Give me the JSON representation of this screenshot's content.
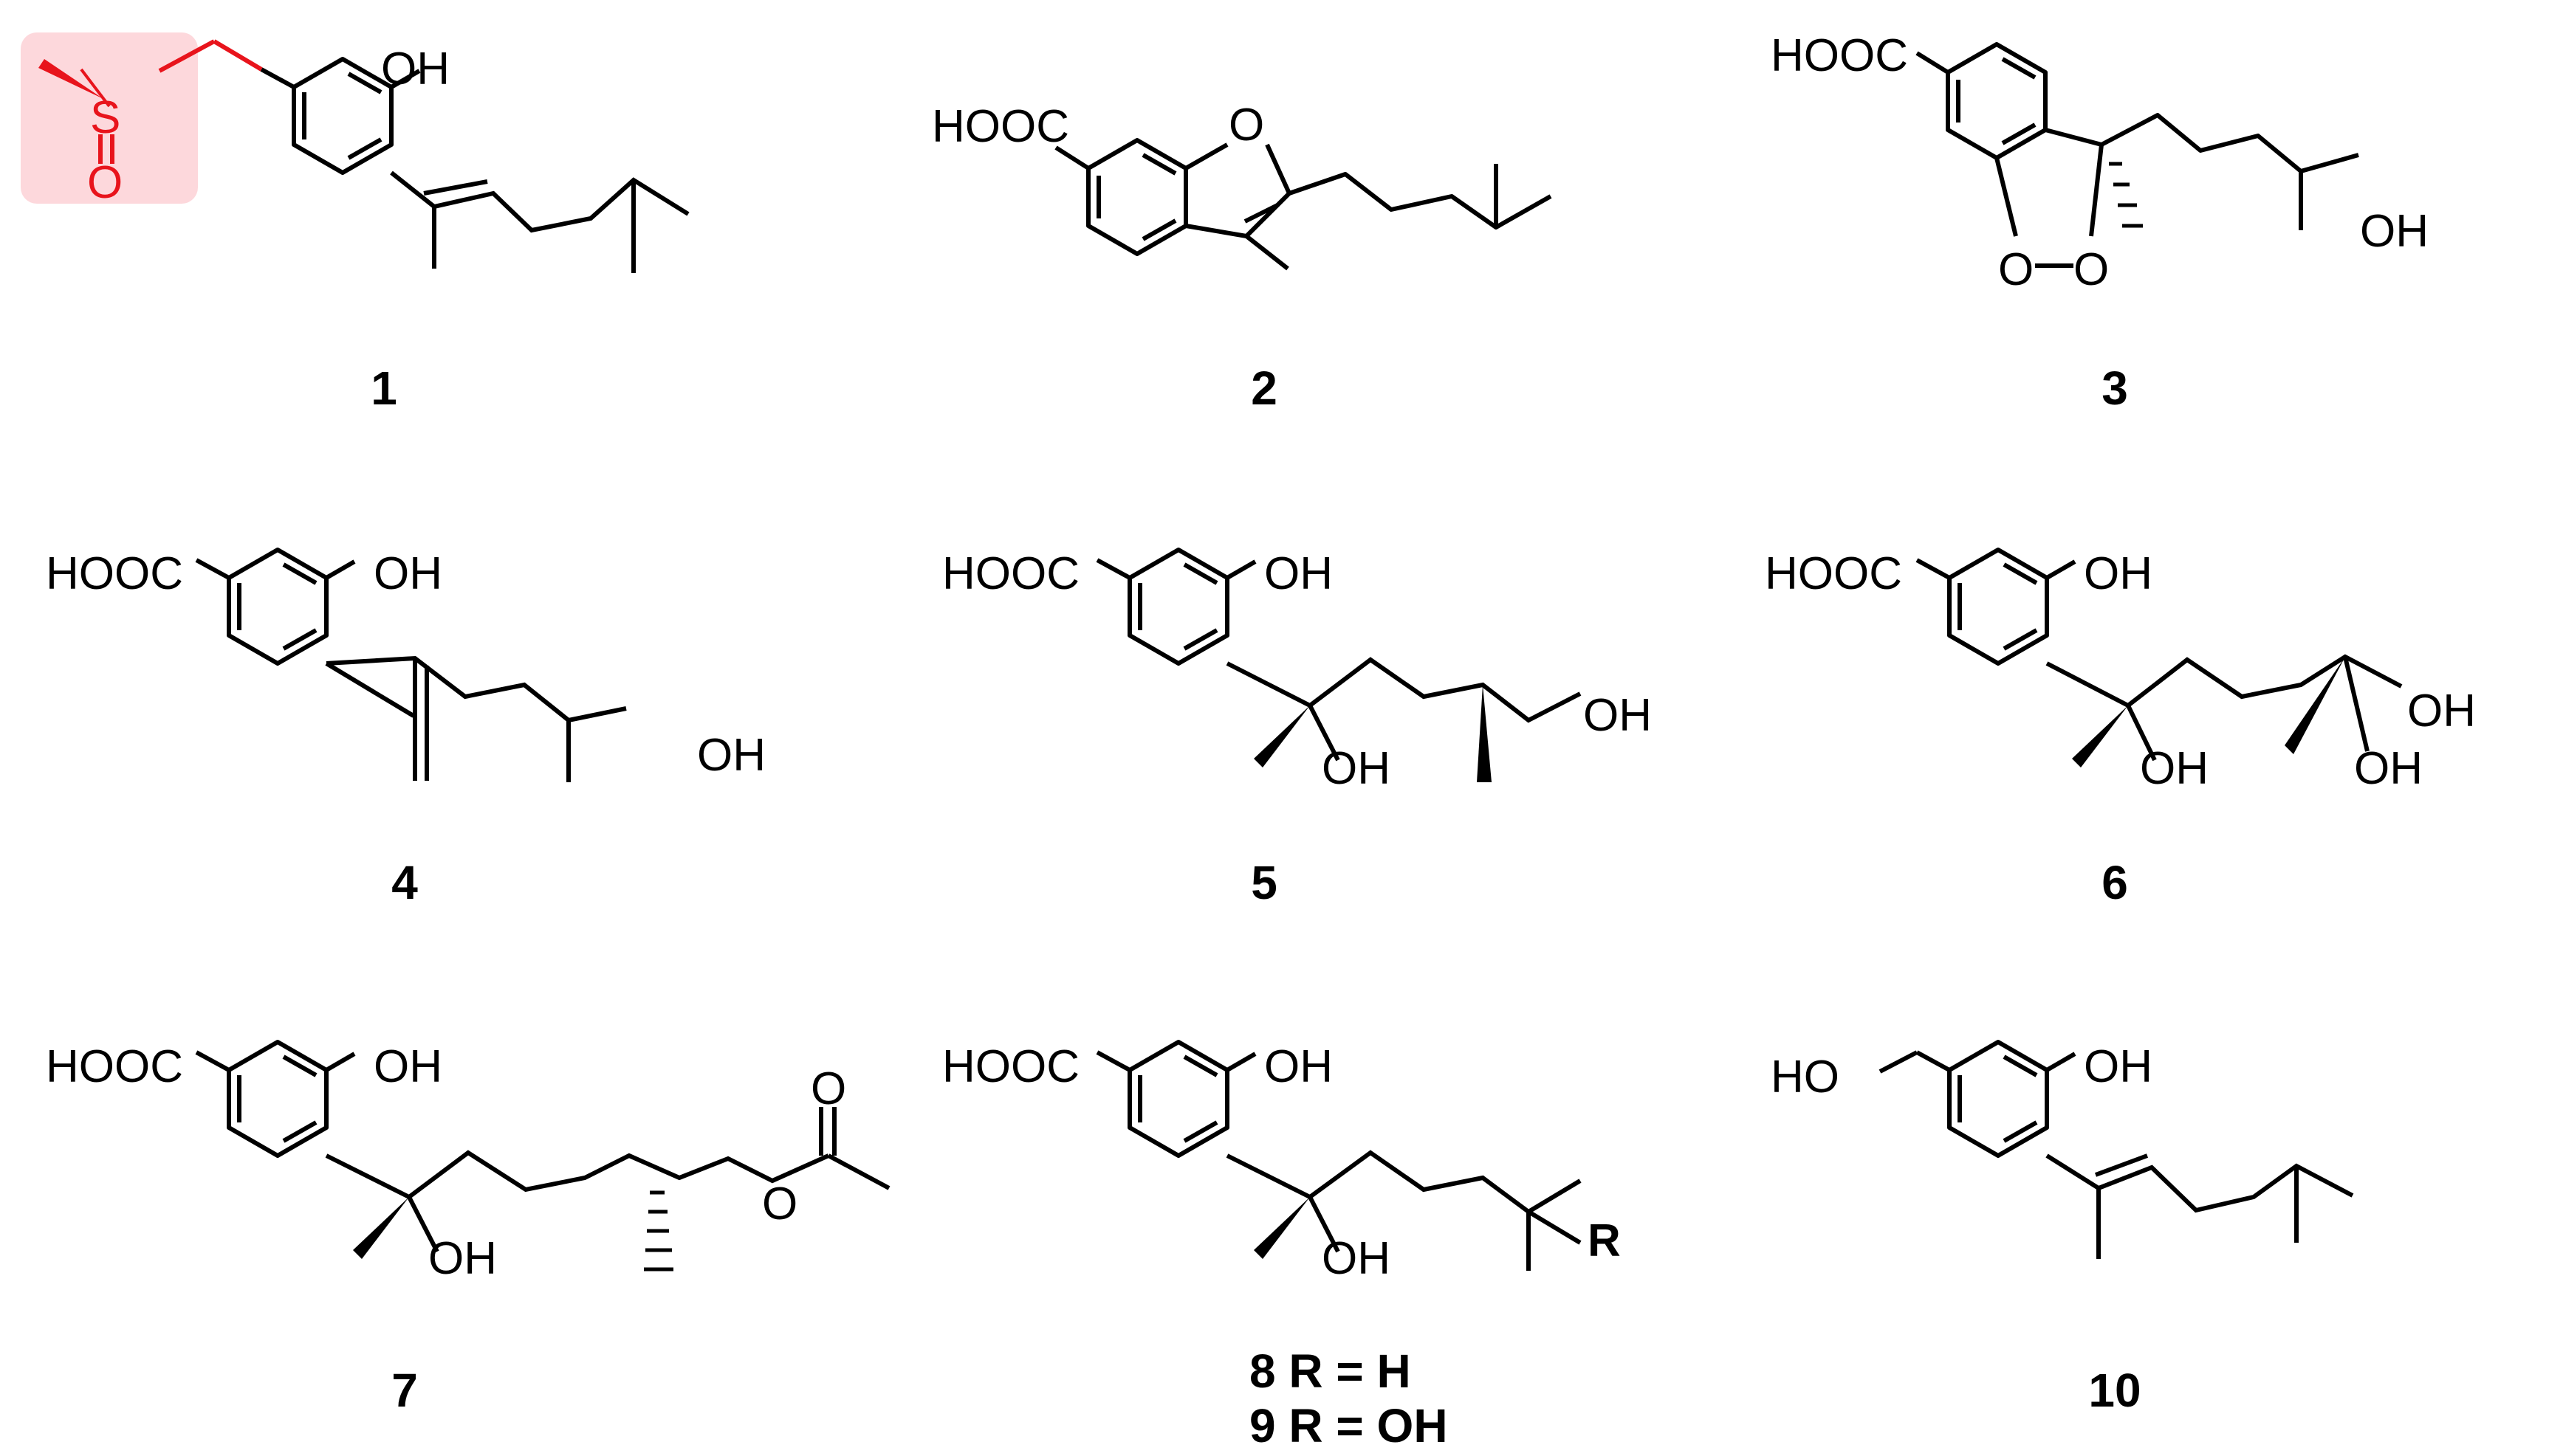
{
  "compounds": [
    {
      "label": "1",
      "atoms": {
        "oh": "OH",
        "s": "S",
        "o": "O"
      },
      "highlight_color": "#fdd8dc",
      "highlight_stroke": "#e8141c"
    },
    {
      "label": "2",
      "atoms": {
        "cooh": "HOOC",
        "o": "O"
      }
    },
    {
      "label": "3",
      "atoms": {
        "cooh": "HOOC",
        "oh": "OH",
        "o1": "O",
        "o2": "O"
      }
    },
    {
      "label": "4",
      "atoms": {
        "cooh": "HOOC",
        "oh1": "OH",
        "oh2": "OH"
      }
    },
    {
      "label": "5",
      "atoms": {
        "cooh": "HOOC",
        "oh1": "OH",
        "oh2": "OH",
        "oh3": "OH"
      }
    },
    {
      "label": "6",
      "atoms": {
        "cooh": "HOOC",
        "oh1": "OH",
        "oh2": "OH",
        "oh3": "OH",
        "oh4": "OH"
      }
    },
    {
      "label": "7",
      "atoms": {
        "cooh": "HOOC",
        "oh1": "OH",
        "oh2": "OH",
        "o1": "O",
        "o2": "O"
      }
    },
    {
      "label": "8 R = H",
      "label2": "9 R = OH",
      "atoms": {
        "cooh": "HOOC",
        "oh1": "OH",
        "oh2": "OH",
        "r": "R"
      }
    },
    {
      "label": "10",
      "atoms": {
        "ho": "HO",
        "oh": "OH"
      }
    }
  ]
}
